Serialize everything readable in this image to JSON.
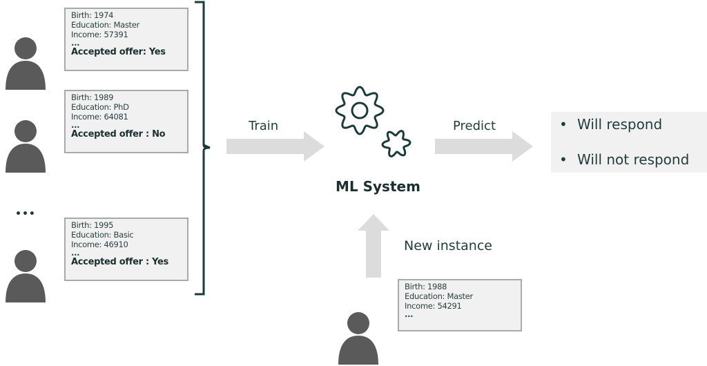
{
  "training_records": [
    {
      "birth": "Birth: 1974",
      "education": "Education: Master",
      "income": "Income: 57391",
      "ellipsis": "...",
      "accepted": "Accepted offer: Yes"
    },
    {
      "birth": "Birth: 1989",
      "education": "Education: PhD",
      "income": "Income: 64081",
      "ellipsis": "...",
      "accepted": "Accepted offer : No"
    },
    {
      "birth": "Birth: 1995",
      "education": "Education: Basic",
      "income": "Income: 46910",
      "ellipsis": "...",
      "accepted": "Accepted offer : Yes"
    }
  ],
  "more_people_marker": "•••",
  "train_label": "Train",
  "system_label": "ML System",
  "predict_label": "Predict",
  "outcomes": [
    {
      "bullet": "•",
      "text": "Will respond"
    },
    {
      "bullet": "•",
      "text": "Will not respond"
    }
  ],
  "new_instance_label": "New instance",
  "new_record": {
    "birth": "Birth: 1988",
    "education": "Education: Master",
    "income": "Income: 54291",
    "ellipsis": "..."
  },
  "icons": {
    "person": "person-icon",
    "gears": "gears-icon",
    "arrow": "arrow-icon",
    "bracket": "right-brace"
  },
  "colors": {
    "ink": "#1f3b3a",
    "person": "#5a5a5a",
    "arrow": "#dcdcdc",
    "card_bg": "#f1f1f1",
    "card_border": "#a9a9a9"
  }
}
